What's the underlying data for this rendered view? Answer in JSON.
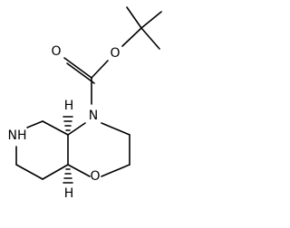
{
  "molecule": {
    "atoms": {
      "nitrogen_carbamate": "N",
      "oxygen_carbonyl": "O",
      "oxygen_ester": "O",
      "nitrogen_ring_nh": "NH",
      "oxygen_ring": "O",
      "stereo_h_top": "H",
      "stereo_h_bottom": "H"
    }
  }
}
